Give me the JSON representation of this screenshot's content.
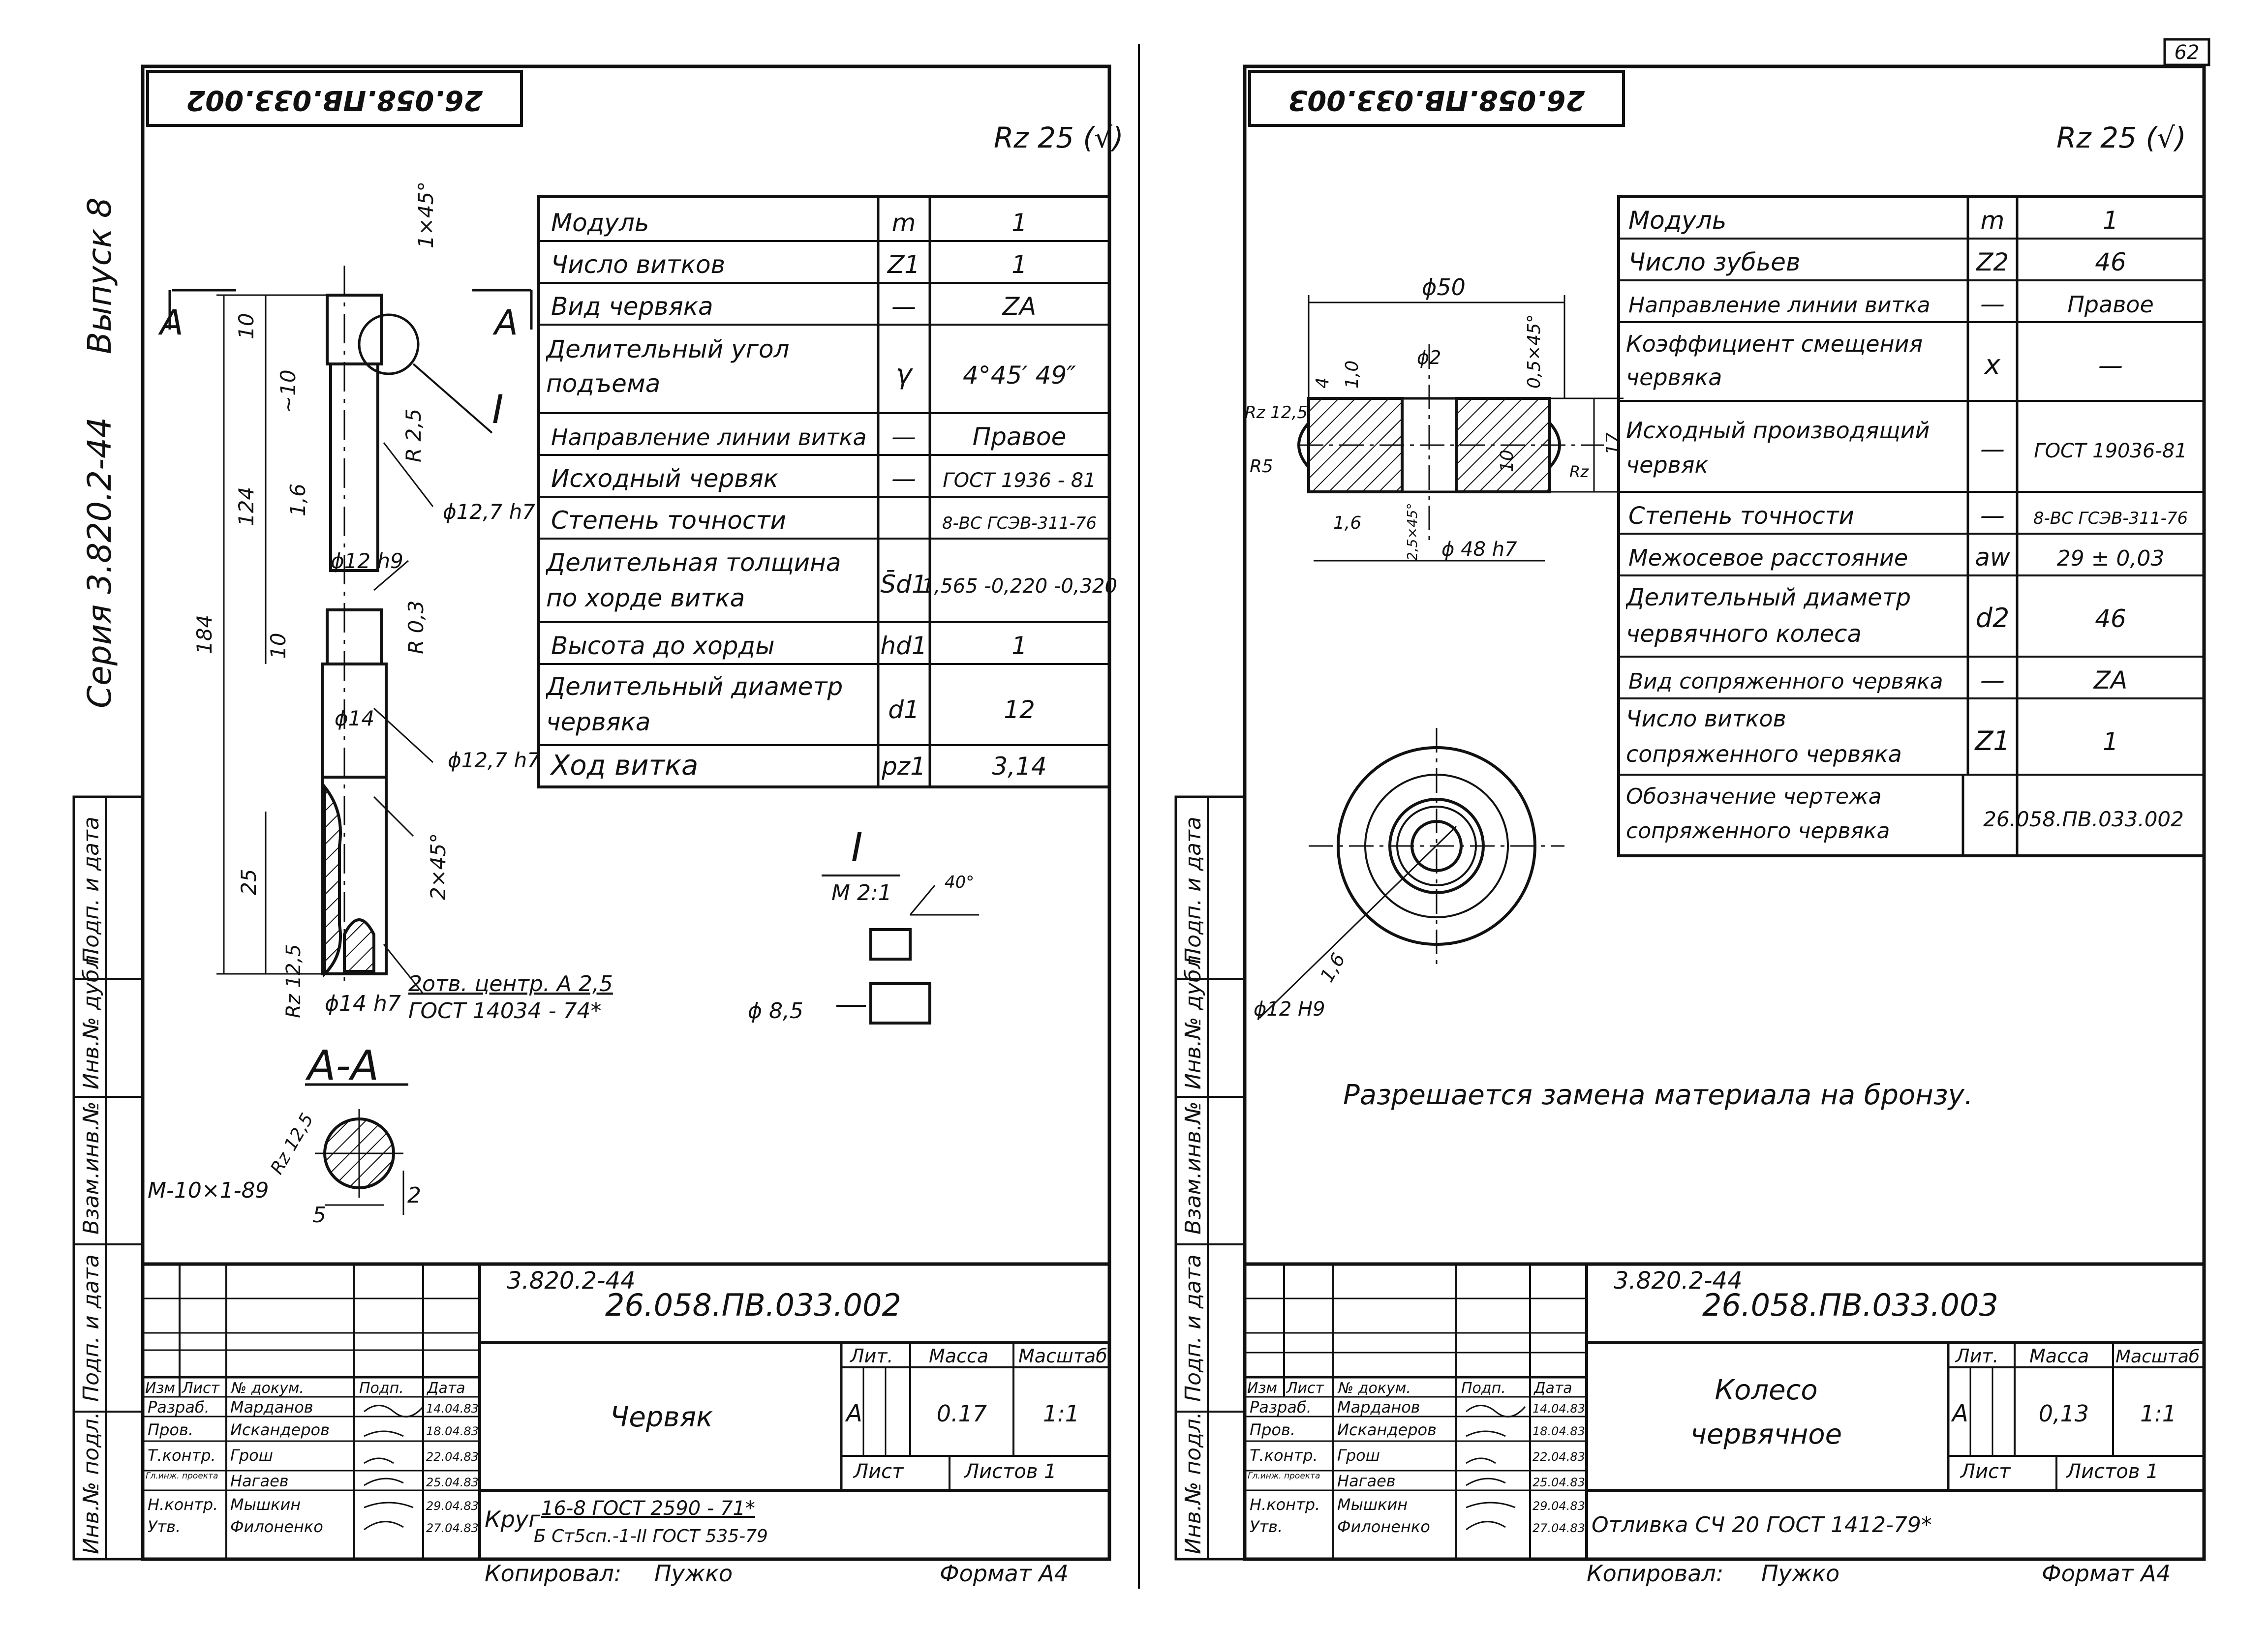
{
  "page_number": "62",
  "series": {
    "line1": "Серия 3.820.2-44",
    "line2": "Выпуск 8"
  },
  "side_strip": {
    "sign_date": "Подп. и дата",
    "inv_dup": "Инв.№ дубл.",
    "vzam": "Взам.инв.№",
    "inv_orig": "Инв.№ подл."
  },
  "sheet1": {
    "stamp_code": "26.058.ПВ.033.002",
    "roughness": "Rz 25 (√)",
    "params": [
      {
        "label": "Модуль",
        "symbol": "m",
        "value": "1"
      },
      {
        "label": "Число витков",
        "symbol": "Z1",
        "value": "1"
      },
      {
        "label": "Вид червяка",
        "symbol": "—",
        "value": "ZA"
      },
      {
        "label": "Делительный угол подъема",
        "symbol": "γ",
        "value": "4°45′ 49″"
      },
      {
        "label": "Направление линии витка",
        "symbol": "—",
        "value": "Правое"
      },
      {
        "label": "Исходный червяк",
        "symbol": "—",
        "value": "ГОСТ 1936 - 81"
      },
      {
        "label": "Степень точности",
        "symbol": "",
        "value": "8-ВС ГСЭВ-311-76"
      },
      {
        "label": "Делительная толщина по хорде витка",
        "symbol": "S̄d1",
        "value": "1,565 -0,220 -0,320"
      },
      {
        "label": "Высота до хорды",
        "symbol": "hd1",
        "value": "1"
      },
      {
        "label": "Делительный диаметр червяка",
        "symbol": "d1",
        "value": "12"
      },
      {
        "label": "Ход витка",
        "symbol": "pz1",
        "value": "3,14"
      }
    ],
    "dims": {
      "d1": "1×45°",
      "d2": "10",
      "d3": "~10",
      "d4": "R 2,5",
      "d5": "124",
      "d6": "1,6",
      "d7": "ϕ12,7 h7",
      "d8": "ϕ12 h9",
      "d9": "R 0,3",
      "d10": "184",
      "d11": "10",
      "d12": "ϕ14",
      "d13": "ϕ12,7 h7",
      "d14": "25",
      "d15": "2×45°",
      "d16": "Rz 12,5",
      "d17": "ϕ14 h7",
      "d18": "2отв. центр. А 2,5",
      "d19": "ГОСТ 14034 - 74*",
      "d20": "М-10×1-89",
      "d21": "Rz 12,5",
      "d22": "5",
      "d23": "2",
      "d24": "ϕ 8,5",
      "d25": "40°",
      "d26": "I",
      "d27": "А",
      "d28": "А"
    },
    "section_label": "А-А",
    "detail_label": "I",
    "detail_scale": "М 2:1",
    "title": {
      "series_code": "3.820.2-44",
      "doc_code": "26.058.ПВ.033.002",
      "name": "Червяк",
      "lit_header": "Лит.",
      "mass_header": "Масса",
      "scale_header": "Масштаб",
      "lit": "А",
      "mass": "0.17",
      "scale": "1:1",
      "sheet": "Лист",
      "sheets": "Листов 1",
      "material_word": "Круг",
      "material_1": "16-8 ГОСТ 2590 - 71*",
      "material_2": "Б Ст5сп.-1-II ГОСТ 535-79",
      "col_izm": "Изм",
      "col_list": "Лист",
      "col_doc": "№ докум.",
      "col_sign": "Подп.",
      "col_date": "Дата",
      "rows": [
        {
          "role": "Разраб.",
          "name": "Марданов",
          "date": "14.04.83"
        },
        {
          "role": "Пров.",
          "name": "Искандеров",
          "date": "18.04.83"
        },
        {
          "role": "Т.контр.",
          "name": "Грош",
          "date": "22.04.83"
        },
        {
          "role": "Гл.инж. проекта",
          "name": "Нагаев",
          "date": "25.04.83"
        },
        {
          "role": "Н.контр.",
          "name": "Мышкин",
          "date": "29.04.83"
        },
        {
          "role": "Утв.",
          "name": "Филоненко",
          "date": "27.04.83"
        }
      ],
      "copied": "Копировал:",
      "copier": "Пужко",
      "format": "Формат А4"
    }
  },
  "sheet2": {
    "stamp_code": "26.058.ПВ.033.003",
    "roughness": "Rz 25 (√)",
    "params": [
      {
        "label": "Модуль",
        "symbol": "m",
        "value": "1"
      },
      {
        "label": "Число зубьев",
        "symbol": "Z2",
        "value": "46"
      },
      {
        "label": "Направление линии витка",
        "symbol": "—",
        "value": "Правое"
      },
      {
        "label": "Коэффициент смещения червяка",
        "symbol": "x",
        "value": "—"
      },
      {
        "label": "Исходный производящий червяк",
        "symbol": "—",
        "value": "ГОСТ 19036-81"
      },
      {
        "label": "Степень точности",
        "symbol": "—",
        "value": "8-ВС ГСЭВ-311-76"
      },
      {
        "label": "Межосевое расстояние",
        "symbol": "aw",
        "value": "29 ± 0,03"
      },
      {
        "label": "Делительный диаметр червячного колеса",
        "symbol": "d2",
        "value": "46"
      },
      {
        "label": "Вид сопряженного червяка",
        "symbol": "—",
        "value": "ZA"
      },
      {
        "label": "Число витков сопряженного червяка",
        "symbol": "Z1",
        "value": "1"
      },
      {
        "label": "Обозначение чертежа сопряженного червяка",
        "symbol": "",
        "value": "26.058.ПВ.033.002"
      }
    ],
    "dims": {
      "d1": "ϕ50",
      "d2": "ϕ2",
      "d3": "0,5×45°",
      "d4": "1,0",
      "d5": "4",
      "d6": "Rz 12,5",
      "d7": "R5",
      "d8": "1,6",
      "d9": "2,5×45°",
      "d10": "ϕ 48 h7",
      "d11": "17",
      "d12": "10",
      "d13": "Rz",
      "d14": "1,6",
      "d15": "ϕ12 H9"
    },
    "note": "Разрешается замена материала на бронзу.",
    "title": {
      "series_code": "3.820.2-44",
      "doc_code": "26.058.ПВ.033.003",
      "name_1": "Колесо",
      "name_2": "червячное",
      "lit_header": "Лит.",
      "mass_header": "Масса",
      "scale_header": "Масштаб",
      "lit": "А",
      "mass": "0,13",
      "scale": "1:1",
      "sheet": "Лист",
      "sheets": "Листов 1",
      "material": "Отливка СЧ 20 ГОСТ 1412-79*",
      "col_izm": "Изм",
      "col_list": "Лист",
      "col_doc": "№ докум.",
      "col_sign": "Подп.",
      "col_date": "Дата",
      "rows": [
        {
          "role": "Разраб.",
          "name": "Марданов",
          "date": "14.04.83"
        },
        {
          "role": "Пров.",
          "name": "Искандеров",
          "date": "18.04.83"
        },
        {
          "role": "Т.контр.",
          "name": "Грош",
          "date": "22.04.83"
        },
        {
          "role": "Гл.инж. проекта",
          "name": "Нагаев",
          "date": "25.04.83"
        },
        {
          "role": "Н.контр.",
          "name": "Мышкин",
          "date": "29.04.83"
        },
        {
          "role": "Утв.",
          "name": "Филоненко",
          "date": "27.04.83"
        }
      ],
      "copied": "Копировал:",
      "copier": "Пужко",
      "format": "Формат А4"
    }
  }
}
